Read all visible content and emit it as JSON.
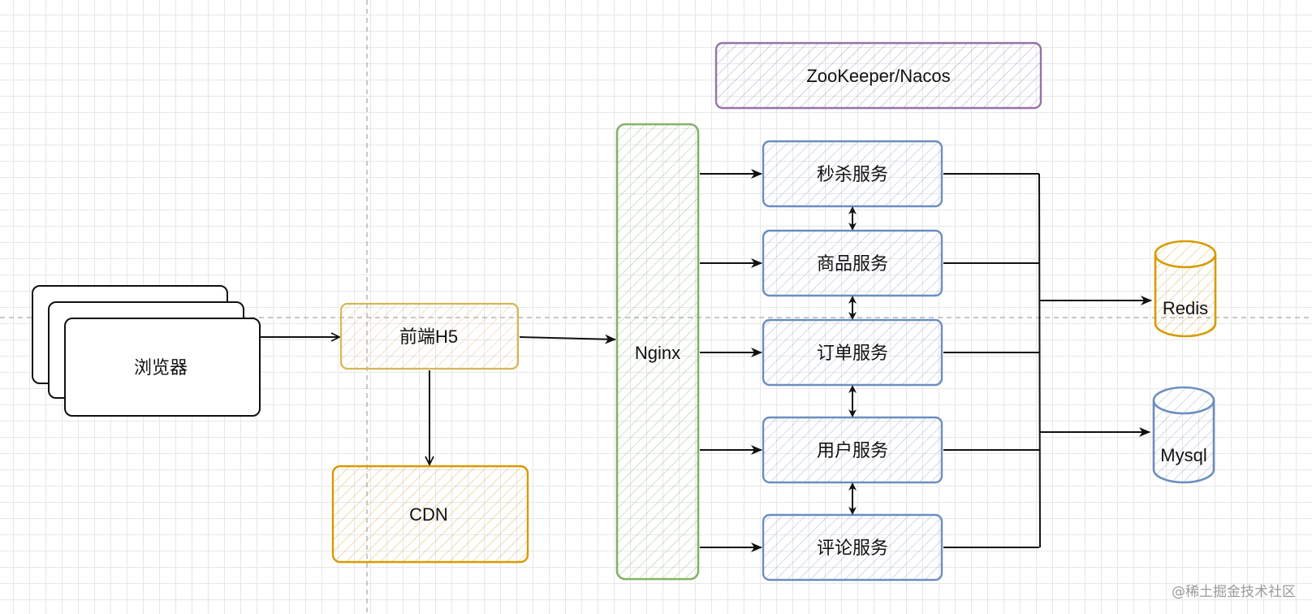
{
  "nodes": {
    "browser": "浏览器",
    "frontend": "前端H5",
    "cdn": "CDN",
    "nginx": "Nginx",
    "registry": "ZooKeeper/Nacos",
    "seckill": "秒杀服务",
    "product": "商品服务",
    "order": "订单服务",
    "user": "用户服务",
    "comment": "评论服务",
    "redis": "Redis",
    "mysql": "Mysql"
  },
  "watermark": "@稀土掘金技术社区",
  "colors": {
    "browser": "#111111",
    "frontend": "#d6b656",
    "cdn": "#d79b00",
    "nginx": "#82b366",
    "registry": "#9673a6",
    "service": "#6c8ebf",
    "redis": "#d79b00",
    "mysql": "#6c8ebf",
    "connector": "#111111"
  }
}
